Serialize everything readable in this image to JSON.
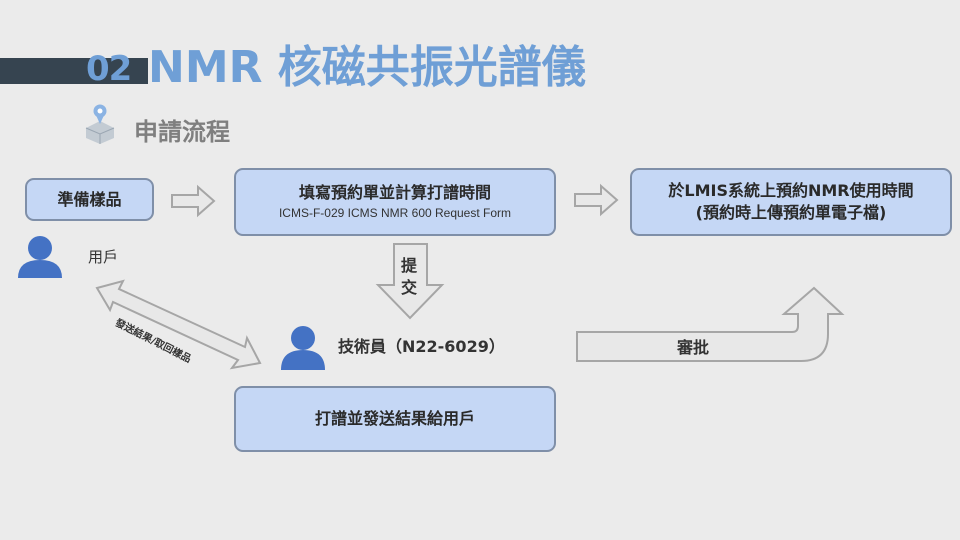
{
  "header": {
    "number": "02",
    "title": "NMR 核磁共振光譜儀",
    "subtitle": "申請流程"
  },
  "steps": {
    "prepare": "準備樣品",
    "fill_title": "填寫預約單並計算打譜時間",
    "fill_form": "ICMS-F-029  ICMS NMR 600 Request Form",
    "book_line1": "於LMIS系統上預約NMR使用時間",
    "book_line2": "(預約時上傳預約單電子檔)",
    "run": "打譜並發送結果給用戶"
  },
  "people": {
    "user": "用戶",
    "tech": "技術員（N22-6029）"
  },
  "arrows": {
    "submit_1": "提",
    "submit_2": "交",
    "approve": "審批",
    "send_return": "發送結果/取回樣品"
  },
  "colors": {
    "accent": "#6f9fd6",
    "box_fill": "#c5d7f5",
    "box_border": "#7f8fa8",
    "person": "#4472c4",
    "arrow_fill": "#e8e8e8",
    "arrow_stroke": "#a6a6a6"
  }
}
